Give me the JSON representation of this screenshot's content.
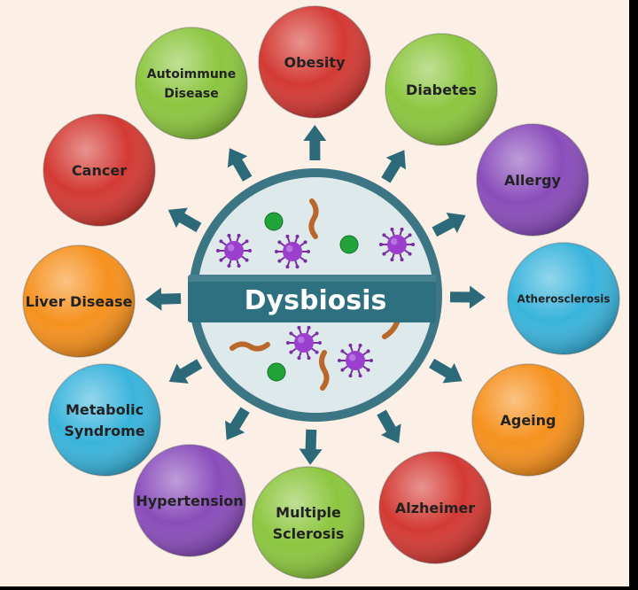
{
  "center": {
    "label": "Dysbiosis",
    "colors": {
      "band": "#2e6f80",
      "ring": "#3c7684",
      "fill": "#dde9ea"
    }
  },
  "colors": {
    "red": "#d43a34",
    "green": "#8cc63f",
    "purple": "#8a4dbb",
    "orange": "#f6911e",
    "blue": "#3ab4dc",
    "arrow": "#2d6a79",
    "background": "#fbefe6"
  },
  "conditions": [
    {
      "key": "obesity",
      "lines": [
        "Obesity"
      ],
      "color": "red"
    },
    {
      "key": "diabetes",
      "lines": [
        "Diabetes"
      ],
      "color": "green"
    },
    {
      "key": "allergy",
      "lines": [
        "Allergy"
      ],
      "color": "purple"
    },
    {
      "key": "atherosclerosis",
      "lines": [
        "Atherosclerosis"
      ],
      "color": "blue"
    },
    {
      "key": "ageing",
      "lines": [
        "Ageing"
      ],
      "color": "orange"
    },
    {
      "key": "alzheimer",
      "lines": [
        "Alzheimer"
      ],
      "color": "red"
    },
    {
      "key": "multiple-sclerosis",
      "lines": [
        "Multiple",
        "Sclerosis"
      ],
      "color": "green"
    },
    {
      "key": "hypertension",
      "lines": [
        "Hypertension"
      ],
      "color": "purple"
    },
    {
      "key": "metabolic-syndrome",
      "lines": [
        "Metabolic",
        "Syndrome"
      ],
      "color": "blue"
    },
    {
      "key": "liver-disease",
      "lines": [
        "Liver Disease"
      ],
      "color": "orange"
    },
    {
      "key": "cancer",
      "lines": [
        "Cancer"
      ],
      "color": "red"
    },
    {
      "key": "autoimmune-disease",
      "lines": [
        "Autoimmune",
        "Disease"
      ],
      "color": "green"
    }
  ],
  "microbe_icons": [
    "virus-icon",
    "green-bacterium-icon",
    "rod-bacterium-icon"
  ]
}
